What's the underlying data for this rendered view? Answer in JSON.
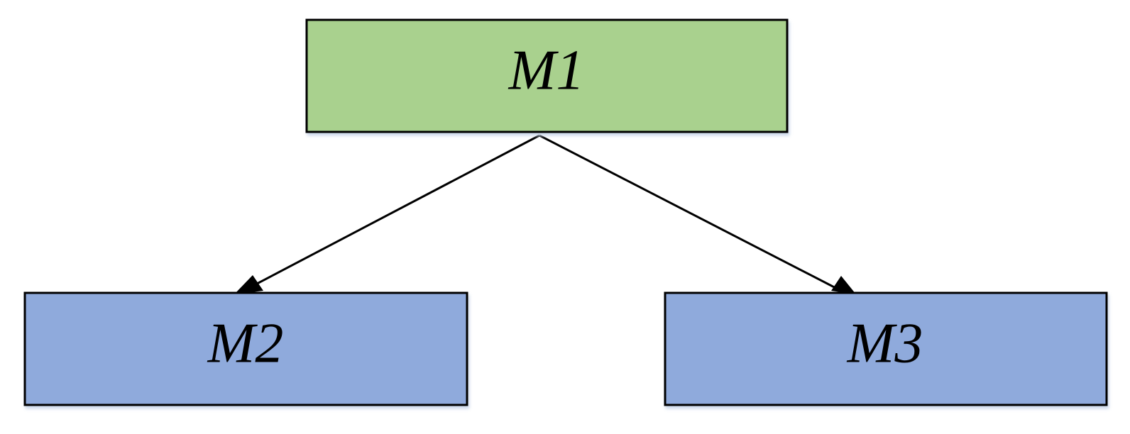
{
  "nodes": {
    "m1": {
      "label": "M1",
      "color": "#a9d18e"
    },
    "m2": {
      "label": "M2",
      "color": "#8faadc"
    },
    "m3": {
      "label": "M3",
      "color": "#8faadc"
    }
  },
  "edges": [
    {
      "from": "M1",
      "to": "M2"
    },
    {
      "from": "M1",
      "to": "M3"
    }
  ]
}
